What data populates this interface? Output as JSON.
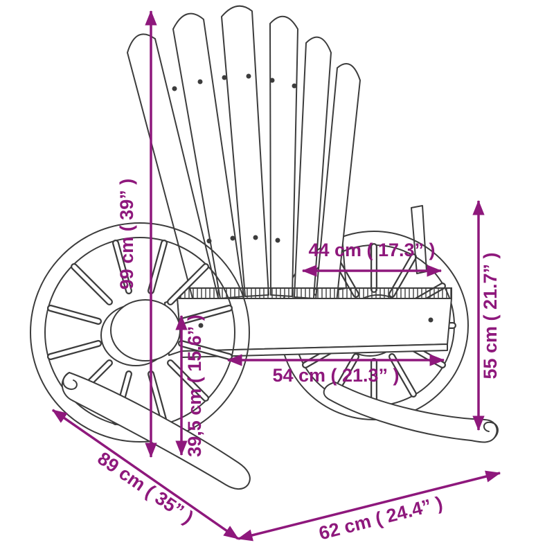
{
  "page": {
    "background": "#ffffff",
    "subject": "rocking-chair-dimension-diagram"
  },
  "colors": {
    "dimension_accent": "#8e187c",
    "drawing_line": "#3c3c3c"
  },
  "diagram": {
    "dimensions": {
      "back_height": "99 cm ( 39” )",
      "inner_width": "44 cm ( 17.3” )",
      "arm_height": "55 cm ( 21.7” )",
      "seat_height": "39,5 cm ( 15.6” )",
      "seat_width": "54 cm ( 21.3” )",
      "depth": "89 cm ( 35” )",
      "width": "62 cm ( 24.4” )"
    }
  }
}
